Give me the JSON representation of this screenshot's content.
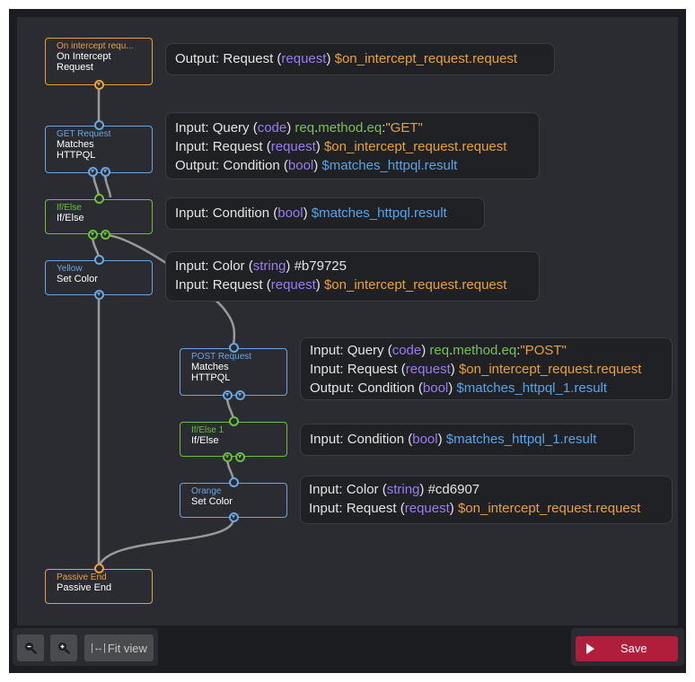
{
  "nodes": {
    "intercept": {
      "subtitle": "On intercept requ...",
      "name": "On Intercept\nRequest"
    },
    "get_request": {
      "subtitle": "GET Request",
      "name": "Matches\nHTTPQL"
    },
    "ifelse": {
      "subtitle": "If/Else",
      "name": "If/Else"
    },
    "yellow": {
      "subtitle": "Yellow",
      "name": "Set Color"
    },
    "post_request": {
      "subtitle": "POST Request",
      "name": "Matches\nHTTPQL"
    },
    "ifelse1": {
      "subtitle": "If/Else 1",
      "name": "If/Else"
    },
    "orange": {
      "subtitle": "Orange",
      "name": "Set Color"
    },
    "passive_end": {
      "subtitle": "Passive End",
      "name": "Passive End"
    }
  },
  "info": {
    "intercept": [
      {
        "kind": "Output: Request",
        "type": "request",
        "value": "$on_intercept_request.request"
      }
    ],
    "get_request": [
      {
        "kind": "Input: Query",
        "type": "code",
        "code": [
          "req",
          ".",
          "method",
          ".",
          "eq",
          ":",
          "\"GET\""
        ]
      },
      {
        "kind": "Input: Request",
        "type": "request",
        "value": "$on_intercept_request.request"
      },
      {
        "kind": "Output: Condition",
        "type": "bool",
        "value": "$matches_httpql.result"
      }
    ],
    "ifelse": [
      {
        "kind": "Input: Condition",
        "type": "bool",
        "value": "$matches_httpql.result"
      }
    ],
    "yellow": [
      {
        "kind": "Input: Color",
        "type": "string",
        "plain": "#b79725"
      },
      {
        "kind": "Input: Request",
        "type": "request",
        "value": "$on_intercept_request.request"
      }
    ],
    "post_request": [
      {
        "kind": "Input: Query",
        "type": "code",
        "code": [
          "req",
          ".",
          "method",
          ".",
          "eq",
          ":",
          "\"POST\""
        ]
      },
      {
        "kind": "Input: Request",
        "type": "request",
        "value": "$on_intercept_request.request"
      },
      {
        "kind": "Output: Condition",
        "type": "bool",
        "value": "$matches_httpql_1.result"
      }
    ],
    "ifelse1": [
      {
        "kind": "Input: Condition",
        "type": "bool",
        "value": "$matches_httpql_1.result"
      }
    ],
    "orange": [
      {
        "kind": "Input: Color",
        "type": "string",
        "plain": "#cd6907"
      },
      {
        "kind": "Input: Request",
        "type": "request",
        "value": "$on_intercept_request.request"
      }
    ]
  },
  "toolbar": {
    "zoom_out_icon": "magnifier-minus-icon",
    "zoom_in_icon": "magnifier-plus-icon",
    "fit_view_label": "Fit view",
    "fit_view_icon": "fit-horizontal-icon"
  },
  "save": {
    "label": "Save",
    "icon": "play-icon"
  },
  "colors": {
    "background": "#2b2c31",
    "frame": "#1c1d21",
    "blue": "#6aa6e0",
    "orange": "#e6a23c",
    "green": "#67c23a",
    "purple": "#9d7cf0",
    "save": "#b01e3c"
  }
}
